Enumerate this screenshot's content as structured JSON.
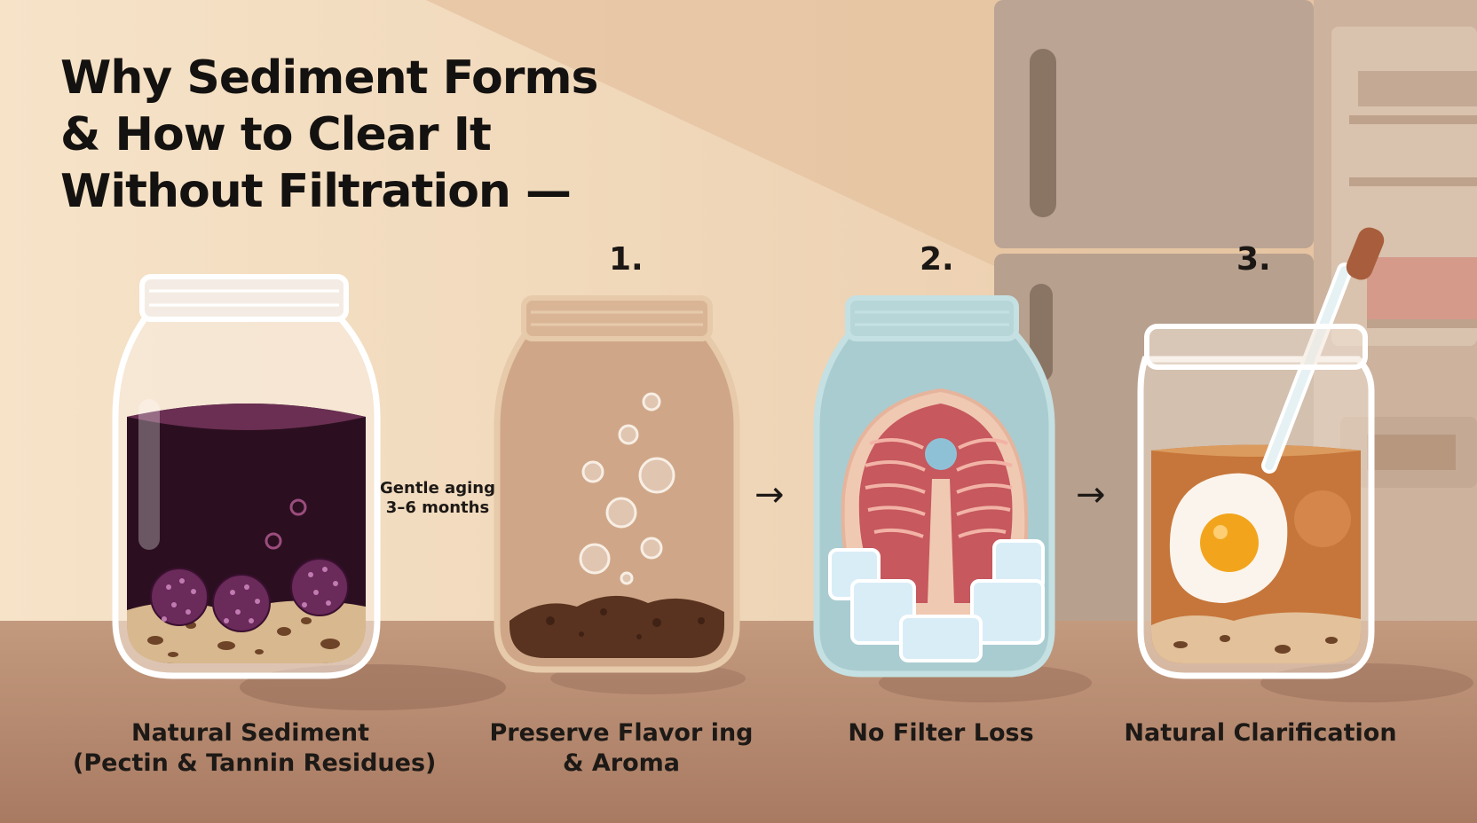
{
  "title": {
    "line1": "Why Sediment Forms",
    "line2": "& How to Clear It",
    "line3": "Without Filtration —"
  },
  "steps": [
    {
      "number": "",
      "caption_line1": "Natural Sediment",
      "caption_line2": "(Pectin & Tannin Residues)"
    },
    {
      "number": "1.",
      "caption_line1": "Preserve Flavor ing",
      "caption_line2": "& Aroma"
    },
    {
      "number": "2.",
      "caption_line1": "No Filter Loss",
      "caption_line2": ""
    },
    {
      "number": "3.",
      "caption_line1": "Natural Clarification",
      "caption_line2": ""
    }
  ],
  "aging_note": {
    "line1": "Gentle aging",
    "line2": "3–6 months"
  },
  "arrows": [
    "→",
    "→"
  ],
  "icons": [
    "berry-jar-icon",
    "sediment-jar-icon",
    "ice-cold-crash-jar-icon",
    "egg-white-fining-jar-icon",
    "refrigerator-icon"
  ],
  "colors": {
    "wall": "#f3dcc0",
    "counter": "#b98c72",
    "wine": "#2b0f20",
    "berry": "#6a2a5a",
    "tan_jar": "#cfa788",
    "blue_jar": "#a9ccd0",
    "amber_liquid": "#c6763a",
    "egg_yolk": "#f2a51c"
  }
}
